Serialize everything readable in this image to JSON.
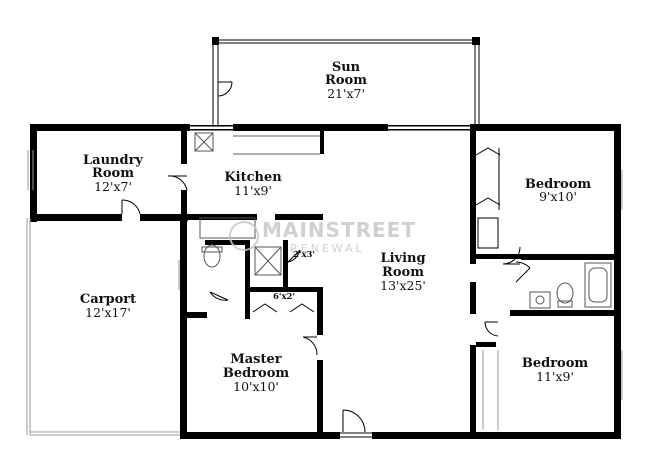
{
  "rooms": {
    "sun_room": {
      "name_line1": "Sun",
      "name_line2": "Room",
      "dims": "21'x7'"
    },
    "laundry": {
      "name_line1": "Laundry",
      "name_line2": "Room",
      "dims": "12'x7'"
    },
    "kitchen": {
      "name": "Kitchen",
      "dims": "11'x9'"
    },
    "bedroom_ne": {
      "name": "Bedroom",
      "dims": "9'x10'"
    },
    "living": {
      "name_line1": "Living",
      "name_line2": "Room",
      "dims": "13'x25'"
    },
    "carport": {
      "name": "Carport",
      "dims": "12'x17'"
    },
    "master": {
      "name_line1": "Master",
      "name_line2": "Bedroom",
      "dims": "10'x10'"
    },
    "bedroom_se": {
      "name": "Bedroom",
      "dims": "11'x9'"
    },
    "closet": {
      "dims": "6'x2'"
    },
    "shower": {
      "dims": "2'x3'"
    }
  },
  "watermark": {
    "line1": "MAINSTREET",
    "line2": "RENEWAL"
  },
  "colors": {
    "wall": "#000000",
    "thin_wall": "#9a9a9a",
    "background": "#ffffff",
    "watermark": "#c8c8c8"
  }
}
